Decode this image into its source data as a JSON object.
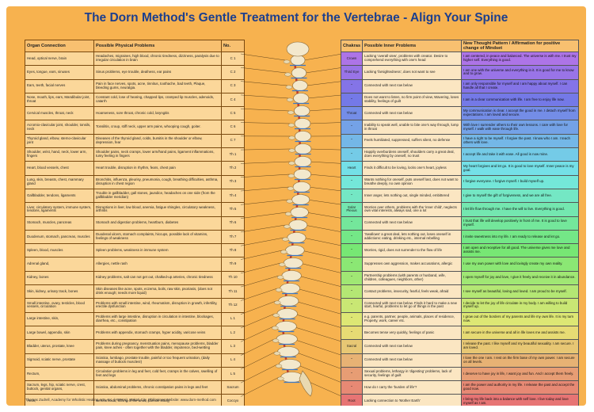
{
  "title": "The Dorn Method's Gentle Treatment for the Vertebrae - Align Your Spine",
  "left_headers": [
    "Organ Connection",
    "Possible Physical Problems",
    "No."
  ],
  "left_rows": [
    [
      "Head, optical nerve, brain",
      "Headaches, migraines, high blood, chronic tiredness, dizziness, paralysis due to irregular circulation in brain",
      "C 1"
    ],
    [
      "Eyes, tongue, ears, sinuses",
      "Sinus problems, eye trouble, deafness, ear pains",
      "C 2"
    ],
    [
      "Ears, teeth, facial nerves",
      "Pain in face nerves, spots, acne, tinnitus, toothache, bad teeth, Plaque, bleeding gums, neuralgia.",
      "C 3"
    ],
    [
      "Nose, mouth, lips, ears, Mandibular joint, throat",
      "Constant cold, lose of hearing, chapped lips, cramped lip muscles, adenoids, catarrh",
      "C 4"
    ],
    [
      "Cervical muscles, throat, neck",
      "Hoarseness, sore throat, chronic cold, laryngitis",
      "C 5"
    ],
    [
      "Acromio-clavicular joint, shoulder, tonsils, neck",
      "Tonsilitis, croup, stiff neck, upper arm pains, whooping cough, goiter.",
      "C 6"
    ],
    [
      "Thyroid gland, elbow, sterno-clavicular joint",
      "Diseases of the thyroid gland, colds, bursitis in the shoulder or elbow, depression, fear",
      "C 7"
    ],
    [
      "Shoulder, wrist, hand, neck, lower arm, fingers",
      "Shoulder pains, neck cramps, lower arm/hand pains, ligament inflammations, tumy feeling in fingers",
      "Th 1"
    ],
    [
      "Heart, blood vessels, chest",
      "Heart trouble, disruption in rhythm, fears, chest pain",
      "Th 2"
    ],
    [
      "Lung, skin, breasts, chest, mammary gland",
      "Bronchitis, influenza, pleurisy, pneumonia, cough, breathing difficulties, asthma, disruption in chest region",
      "Th 3"
    ],
    [
      "Gallbladder, tendons, ligaments",
      "Trouble in gallbladder, gall stones, jaundice, headaches on one side (from the gallbladder meridian)",
      "Th 4"
    ],
    [
      "Liver, circulatory system, immune system, tendons, ligaments",
      "Disruptions in liver, low blood, anemia, fatigue shingles, circulatory weakness, arthritis",
      "Th 5"
    ],
    [
      "Stomach, muscles, pancreas",
      "Stomach and digestion problems, heartburn, diabetes",
      "Th 6"
    ],
    [
      "Duodenum, stomach, pancreas, muscles",
      "Duodenal ulcers, stomach complaints, hiccups, possible lack of vitamins, feelings of weakness",
      "Th 7"
    ],
    [
      "Spleen, blood, muscles",
      "Spleen problems, weakness in immune system",
      "Th 8"
    ],
    [
      "Adrenal gland,",
      "Allergies, nettle rash",
      "Th 9"
    ],
    [
      "Kidney, bones",
      "Kidney problems, salt can not get out, chalked-up arteries, chronic tiredness",
      "Th 10"
    ],
    [
      "Skin, kidney, urinary track, bones",
      "Skin diseases like acne, spots, eczema, boils, raw skin, psoriasis, (does not drink enough; needs more liquid)",
      "Th 11"
    ],
    [
      "Small intestine, ovary, testicles, blood vessels, circulation",
      "Problems with small intestine, wind, rheumatism, disruption in growth, infertility, erectile dysfunction",
      "Th 12"
    ],
    [
      "Large intestine, skin,",
      "Problems with large intestine, disruption in circulation in intestine, blockages, diarrhea, etc., constipation",
      "L 1"
    ],
    [
      "Large bowel, appendix, skin",
      "Problems with appendix, stomach cramps, hyper acidity, varicose veins",
      "L 2"
    ],
    [
      "Bladder, uterus, prostate, knee",
      "Problems during pregnancy, menstruation pains, menopause problems, bladder pain, knee aches - often together with the bladder, impotence, bed-wetting",
      "L 3"
    ],
    [
      "Sigmoid, sciatic nerve, prostate",
      "Sciatica, lumbago, prostate trouble, painful or too frequent urination, (daily massage of buttock muscles!)",
      "L 4"
    ],
    [
      "Rectum,",
      "Circulation problems in leg and feet, cold feet, cramps in the calves, swelling of feet and legs",
      "L 5"
    ],
    [
      "Sacrum, legs, hip, sciatic nerve, crest, buttock, genital organs,",
      "Sciatica, abdominal problems, chronic constipation pains in legs and feet",
      "Sacrum"
    ],
    [
      "Anus,",
      "Hemorrhoids, itching of the anus, pain on sitting",
      "Coccyx"
    ]
  ],
  "right_headers": [
    "Chakras",
    "Possible Inner Problems",
    "New Thought Pattern / Affirmation for positive change of Mindset"
  ],
  "right_rows": [
    [
      "Crown",
      "Lacking 'overall view', problems with creator. Desire to comprehend everything with one's head",
      "I am centered, in peace and balanced. The universe is with me. I trust my higher self. Everything is good."
    ],
    [
      "Third Eye",
      "Lacking 'farsightedness', does not want to see",
      "I am one with the universe and everything in it. It is good for me to know and to grow."
    ],
    [
      "\"",
      "Connected with next row below",
      "I am only responsible for myself and I am happy about myself. I can handle all that I create."
    ],
    [
      "\"",
      "Does not want to listen, no firm point of view, Wavering, loses stability, feelings of guilt",
      "I am in a clear communication with life. I am free to enjoy life now."
    ],
    [
      "Throat",
      "Connected with next row below",
      "My communication is clear. I accept the good in me. I detach myself from expectations. I am loved and secure."
    ],
    [
      "\"",
      "Inability to speak well, unable to bite one's way through, lump in throat",
      "With love I surrender others to their own lessons. I care with love for myself. I walk with ease through life."
    ],
    [
      "\"",
      "Feels humiliated, suppressed, suffers silent, no defense",
      "I have a right to be myself. I forgive the past. I know who I am. I teach others with love."
    ],
    [
      "\"",
      "Happily overburdens oneself, shoulders carry a great deal, does everything by oneself, no trust",
      "I accept life and take it with ease. All good is now mine."
    ],
    [
      "Heart",
      "Finds it difficult to be loving, locks one's heart, joyless",
      "My heart forgives and let go. It is good to love myself. Inner peace is my goal."
    ],
    [
      "\"",
      "Wants nothing for oneself, puts oneself last, does not want to breathe deeply, no own opinion",
      "I forgive everyone. I forgive myself. I build myself up."
    ],
    [
      "\"",
      "Inner anger, lets nothing out, single minded, embittered",
      "I give to myself the gift of forgiveness, and we are all free."
    ],
    [
      "Solar Plexus",
      "Worries over others, problems with the 'inner child', neglects own vital interests, always sad, one a lot",
      "I let life flow through me. I have the will to live. Everything is good."
    ],
    [
      "\"",
      "Connected with next row below",
      "I trust that life will develop positively in front of me. It is good to love myself."
    ],
    [
      "\"",
      "'Swallows' a great deal, lets nothing out, loses oneself in addictions: eating, drinking etc., internal rebelling",
      "I invite sweetness into my life. I am ready to release and let go."
    ],
    [
      "\"",
      "Worries, rigid, does not surrender to the flow of life",
      "I am open and receptive for all good. The universe gives me love and assists me."
    ],
    [
      "\"",
      "Suppresses own aggression, makes accusations, allergic",
      "I use my own power with love and lovingly create my own reality."
    ],
    [
      "\"",
      "Partnership problems (with parents or husband, wife, children, colleagues, neighbors, other)",
      "I open myself for joy and love, I give it freely and receive it in abundance."
    ],
    [
      "\"",
      "Contact problems, insecurity, fearful, feels weak, afraid",
      "I see myself as beautiful, loving and loved. I am proud to be myself."
    ],
    [
      "\"",
      "Connected with next row below. Finds it hard to make a new start, fearful, problems to let go of things in the past",
      "I decide to let the joy of life circulate in my body. I am willing to build myself up."
    ],
    [
      "\"",
      "e.g. parents, partner, people, animals, places of residence, Property, work, career etc.",
      "I grow out of the borders of my parents and life my own life. It is my turn now."
    ],
    [
      "\"",
      "Becomes tense very quickly, feelings of panic",
      "I am secure in the universe and all in life loves me and assists me."
    ],
    [
      "Sacral",
      "Connected with next row below",
      "I release the past. I like myself and my beautiful sexuality. I am secure. I am loved."
    ],
    [
      "\"",
      "Connected with next row below",
      "I love the one I am. I rest on the firm base of my own power. I am secure on all levels."
    ],
    [
      "\"",
      "Sexual problems, lethargy in 'digesting' problems, lack of security, feelings of guilt",
      "I deserve to have joy in life, I want joy and fun. And I accept them freely."
    ],
    [
      "\"",
      "How do I carry the 'burden of life'?",
      "I am the power and authority in my life. I release the past and accept the good now."
    ],
    [
      "Root",
      "Lacking connection to 'Mother Earth'",
      "I bring my life back into a balance with self love. I live today and love myself as I am."
    ]
  ],
  "footer": "Thomas Zudrell, Academy for Wholistic Healing Arts, Inc. (AWHAI), Makati City, Philippines   Website: www.dorn-method.com"
}
